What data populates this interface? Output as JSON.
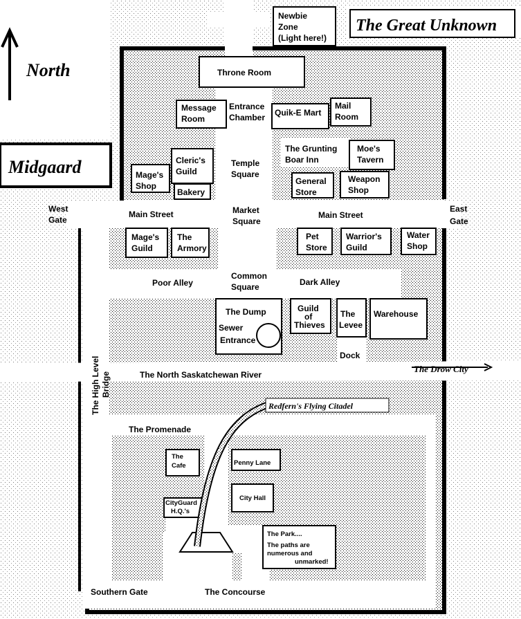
{
  "title": "The Great Unknown",
  "compass_label": "North",
  "area_label": "Midgaard",
  "newbie_zone": [
    "Newbie",
    "Zone",
    "(Light here!)"
  ],
  "buildings": {
    "throne_room": [
      "Throne Room"
    ],
    "message_room": [
      "Message",
      "Room"
    ],
    "entrance_chamber": [
      "Entrance",
      "Chamber"
    ],
    "quik_e_mart": [
      "Quik-E Mart"
    ],
    "mail_room": [
      "Mail",
      "Room"
    ],
    "grunting_boar": [
      "The Grunting",
      "Boar Inn"
    ],
    "moes_tavern": [
      "Moe's",
      "Tavern"
    ],
    "clerics_guild": [
      "Cleric's",
      "Guild"
    ],
    "mages_shop": [
      "Mage's",
      "Shop"
    ],
    "bakery": [
      "Bakery"
    ],
    "general_store": [
      "General",
      "Store"
    ],
    "weapon_shop": [
      "Weapon",
      "Shop"
    ],
    "mages_guild": [
      "Mage's",
      "Guild"
    ],
    "armory": [
      "The",
      "Armory"
    ],
    "pet_store": [
      "Pet",
      "Store"
    ],
    "warriors_guild": [
      "Warrior's",
      "Guild"
    ],
    "water_shop": [
      "Water",
      "Shop"
    ],
    "the_dump": [
      "The Dump"
    ],
    "sewer_entrance": [
      "Sewer",
      "Entrance"
    ],
    "guild_of_thieves": [
      "Guild",
      "of",
      "Thieves"
    ],
    "the_levee": [
      "The",
      "Levee"
    ],
    "dock": [
      "Dock"
    ],
    "warehouse": [
      "Warehouse"
    ],
    "the_cafe": [
      "The",
      "Cafe"
    ],
    "penny_lane": [
      "Penny Lane"
    ],
    "city_hall": [
      "City Hall"
    ],
    "cityguard_hq": [
      "CityGuard",
      "H.Q.'s"
    ]
  },
  "streets": {
    "temple_square": [
      "Temple",
      "Square"
    ],
    "main_street_west": "Main Street",
    "main_street_east": "Main Street",
    "market_square": [
      "Market",
      "Square"
    ],
    "west_gate": [
      "West",
      "Gate"
    ],
    "east_gate": [
      "East",
      "Gate"
    ],
    "poor_alley": "Poor Alley",
    "common_square": [
      "Common",
      "Square"
    ],
    "dark_alley": "Dark Alley",
    "river": "The North Saskatchewan River",
    "high_level_bridge": [
      "The High Level",
      "Bridge"
    ],
    "promenade": "The Promenade",
    "concourse": "The Concourse",
    "southern_gate": "Southern Gate"
  },
  "park_note": [
    "The Park....",
    "The paths are",
    "numerous and",
    "unmarked!"
  ],
  "links": {
    "drow_city": "The Drow City",
    "flying_citadel": "Redfern's Flying Citadel"
  }
}
